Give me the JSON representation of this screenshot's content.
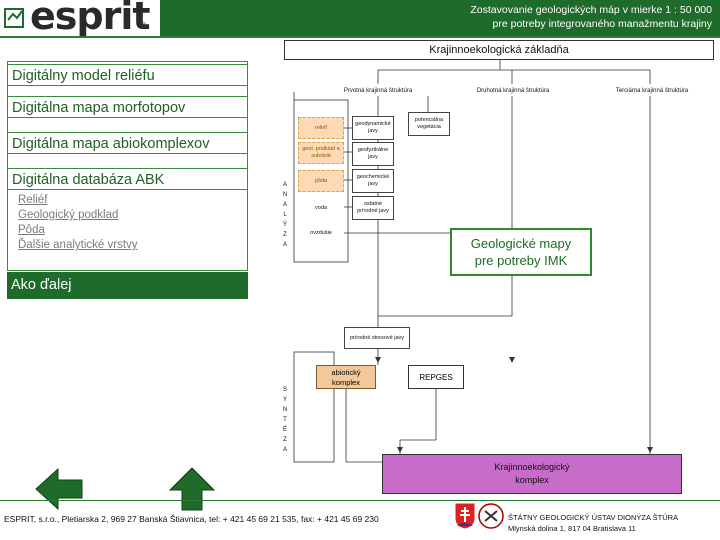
{
  "header": {
    "brand": "esprit",
    "brand_reg": "®",
    "title_line1": "Zostavovanie geologických máp v mierke 1 : 50 000",
    "title_line2": "pre potreby integrovaného manažmentu krajiny"
  },
  "top_box": "Krajinnoekologická základňa",
  "menu": [
    {
      "label": "Digitálny model reliéfu"
    },
    {
      "label": "Digitálna mapa morfotopov"
    },
    {
      "label": "Digitálna mapa abiokomplexov"
    },
    {
      "label": "Digitálna databáza ABK"
    }
  ],
  "sub_items": [
    "Reliéf",
    "Geologický podklad",
    "Pôda",
    "Ďalšie analytické vrstvy"
  ],
  "ako_dalej": "Ako ďalej",
  "diagram": {
    "col_primary": "Prvotná krajinná štruktúra",
    "col_secondary": "Druhotná krajinná štruktúra",
    "col_tertiary": "Terciárna krajinná štruktúra",
    "analyza_letters": [
      "A",
      "N",
      "A",
      "L",
      "Ý",
      "Z",
      "A"
    ],
    "synteza_letters": [
      "S",
      "Y",
      "N",
      "T",
      "É",
      "Z",
      "A"
    ],
    "orange_boxes": [
      "reliéf",
      "geol. podklad a substrát",
      "pôda"
    ],
    "white_boxes_left": [
      "voda",
      "ovzdušie"
    ],
    "mid_boxes": [
      "geodynamické javy",
      "geofyzikálne javy",
      "geochemické javy",
      "ostatné prírodné javy"
    ],
    "potential_veg": "potenciálna vegetácia",
    "stress_box": "prírodné stresové javy",
    "geo_maps_line1": "Geologické mapy",
    "geo_maps_line2": "pre potreby IMK",
    "abio_line1": "abiotický",
    "abio_line2": "komplex",
    "regpes": "REPGES",
    "kompl_line1": "Krajinnoekologický",
    "kompl_line2": "komplex"
  },
  "footer": {
    "address": "ESPRIT, s.r.o., Pletiarska 2, 969 27 Banská Štiavnica, tel: + 421 45 69 21 535, fax: + 421 45 69 230",
    "institute_line1": "ŠTÁTNY GEOLOGICKÝ ÚSTAV DIONÝZA ŠTÚRA",
    "institute_line2": "Mlynská dolina 1, 817 04 Bratislava 11"
  },
  "colors": {
    "header_green": "#1f6b2c",
    "accent_green": "#2d8a2f",
    "orange_fill": "#fdd9b5",
    "purple_fill": "#c76cc9"
  }
}
